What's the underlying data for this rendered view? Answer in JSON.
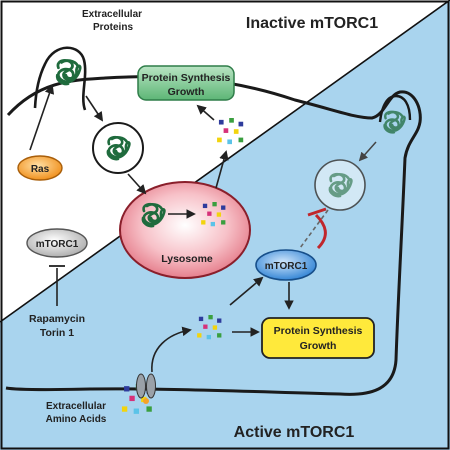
{
  "title_inactive": "Inactive mTORC1",
  "title_active": "Active mTORC1",
  "labels": {
    "extracellular_proteins_1": "Extracellular",
    "extracellular_proteins_2": "Proteins",
    "protein_synthesis_top_1": "Protein Synthesis",
    "protein_synthesis_top_2": "Growth",
    "ras": "Ras",
    "mtorc1_inactive": "mTORC1",
    "rapamycin": "Rapamycin",
    "torin": "Torin 1",
    "lysosome": "Lysosome",
    "mtorc1_active": "mTORC1",
    "protein_synthesis_bottom_1": "Protein Synthesis",
    "protein_synthesis_bottom_2": "Growth",
    "extracellular_amino_acids_1": "Extracellular",
    "extracellular_amino_acids_2": "Amino Acids"
  },
  "colors": {
    "active_background": "#a9d4ee",
    "inactive_background": "#ffffff",
    "protein_green": "#1f6b3d",
    "synthesis_green_box": "#74c38d",
    "synthesis_yellow_box": "#ffe93b",
    "lysosome_pink": "#f08b98",
    "ras_orange": "#f5a22a",
    "mtorc1_blue": "#2a7fd3",
    "mtorc1_gray": "#bcbcbc",
    "inhibition_red": "#c0262c"
  },
  "icons": {
    "protein": "tangled-protein-icon",
    "amino_acid": "colored-square-cluster-icon",
    "transporter": "amino-acid-transporter-icon"
  }
}
